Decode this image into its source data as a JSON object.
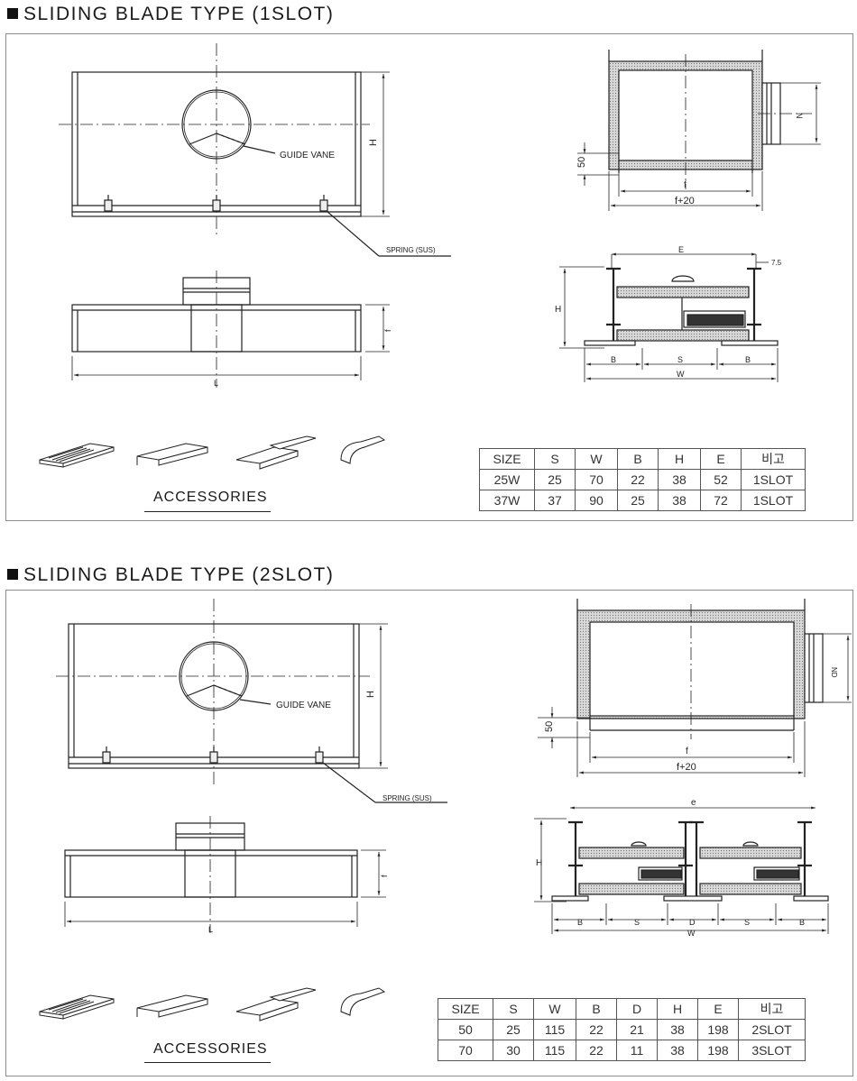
{
  "section1": {
    "title": "SLIDING BLADE TYPE (1SLOT)",
    "labels": {
      "guide_vane": "GUIDE VANE",
      "spring": "SPRING (SUS)",
      "h_front": "H",
      "f_side": "f",
      "l_side": "L",
      "dim_50": "50",
      "dim_f": "f",
      "dim_f20": "f+20",
      "dim_n": "N",
      "dim_e": "E",
      "dim_75": "7.5",
      "dim_h": "H",
      "dim_b_left": "B",
      "dim_s": "S",
      "dim_b_right": "B",
      "dim_w": "W"
    },
    "accessories_label": "ACCESSORIES",
    "table": {
      "headers": [
        "SIZE",
        "S",
        "W",
        "B",
        "H",
        "E",
        "비고"
      ],
      "rows": [
        [
          "25W",
          "25",
          "70",
          "22",
          "38",
          "52",
          "1SLOT"
        ],
        [
          "37W",
          "37",
          "90",
          "25",
          "38",
          "72",
          "1SLOT"
        ]
      ]
    }
  },
  "section2": {
    "title": "SLIDING BLADE TYPE (2SLOT)",
    "labels": {
      "guide_vane": "GUIDE VANE",
      "spring": "SPRING (SUS)",
      "h_front": "H",
      "f_side": "f",
      "l_side": "L",
      "dim_50": "50",
      "dim_f": "f",
      "dim_f20": "f+20",
      "dim_nd": "ND",
      "dim_e": "e",
      "dim_h": "H",
      "dim_b_left": "B",
      "dim_s_left": "S",
      "dim_d": "D",
      "dim_s_right": "S",
      "dim_b_right": "B",
      "dim_w": "W"
    },
    "accessories_label": "ACCESSORIES",
    "table": {
      "headers": [
        "SIZE",
        "S",
        "W",
        "B",
        "D",
        "H",
        "E",
        "비고"
      ],
      "rows": [
        [
          "50",
          "25",
          "115",
          "22",
          "21",
          "38",
          "198",
          "2SLOT"
        ],
        [
          "70",
          "30",
          "115",
          "22",
          "11",
          "38",
          "198",
          "3SLOT"
        ]
      ]
    }
  }
}
